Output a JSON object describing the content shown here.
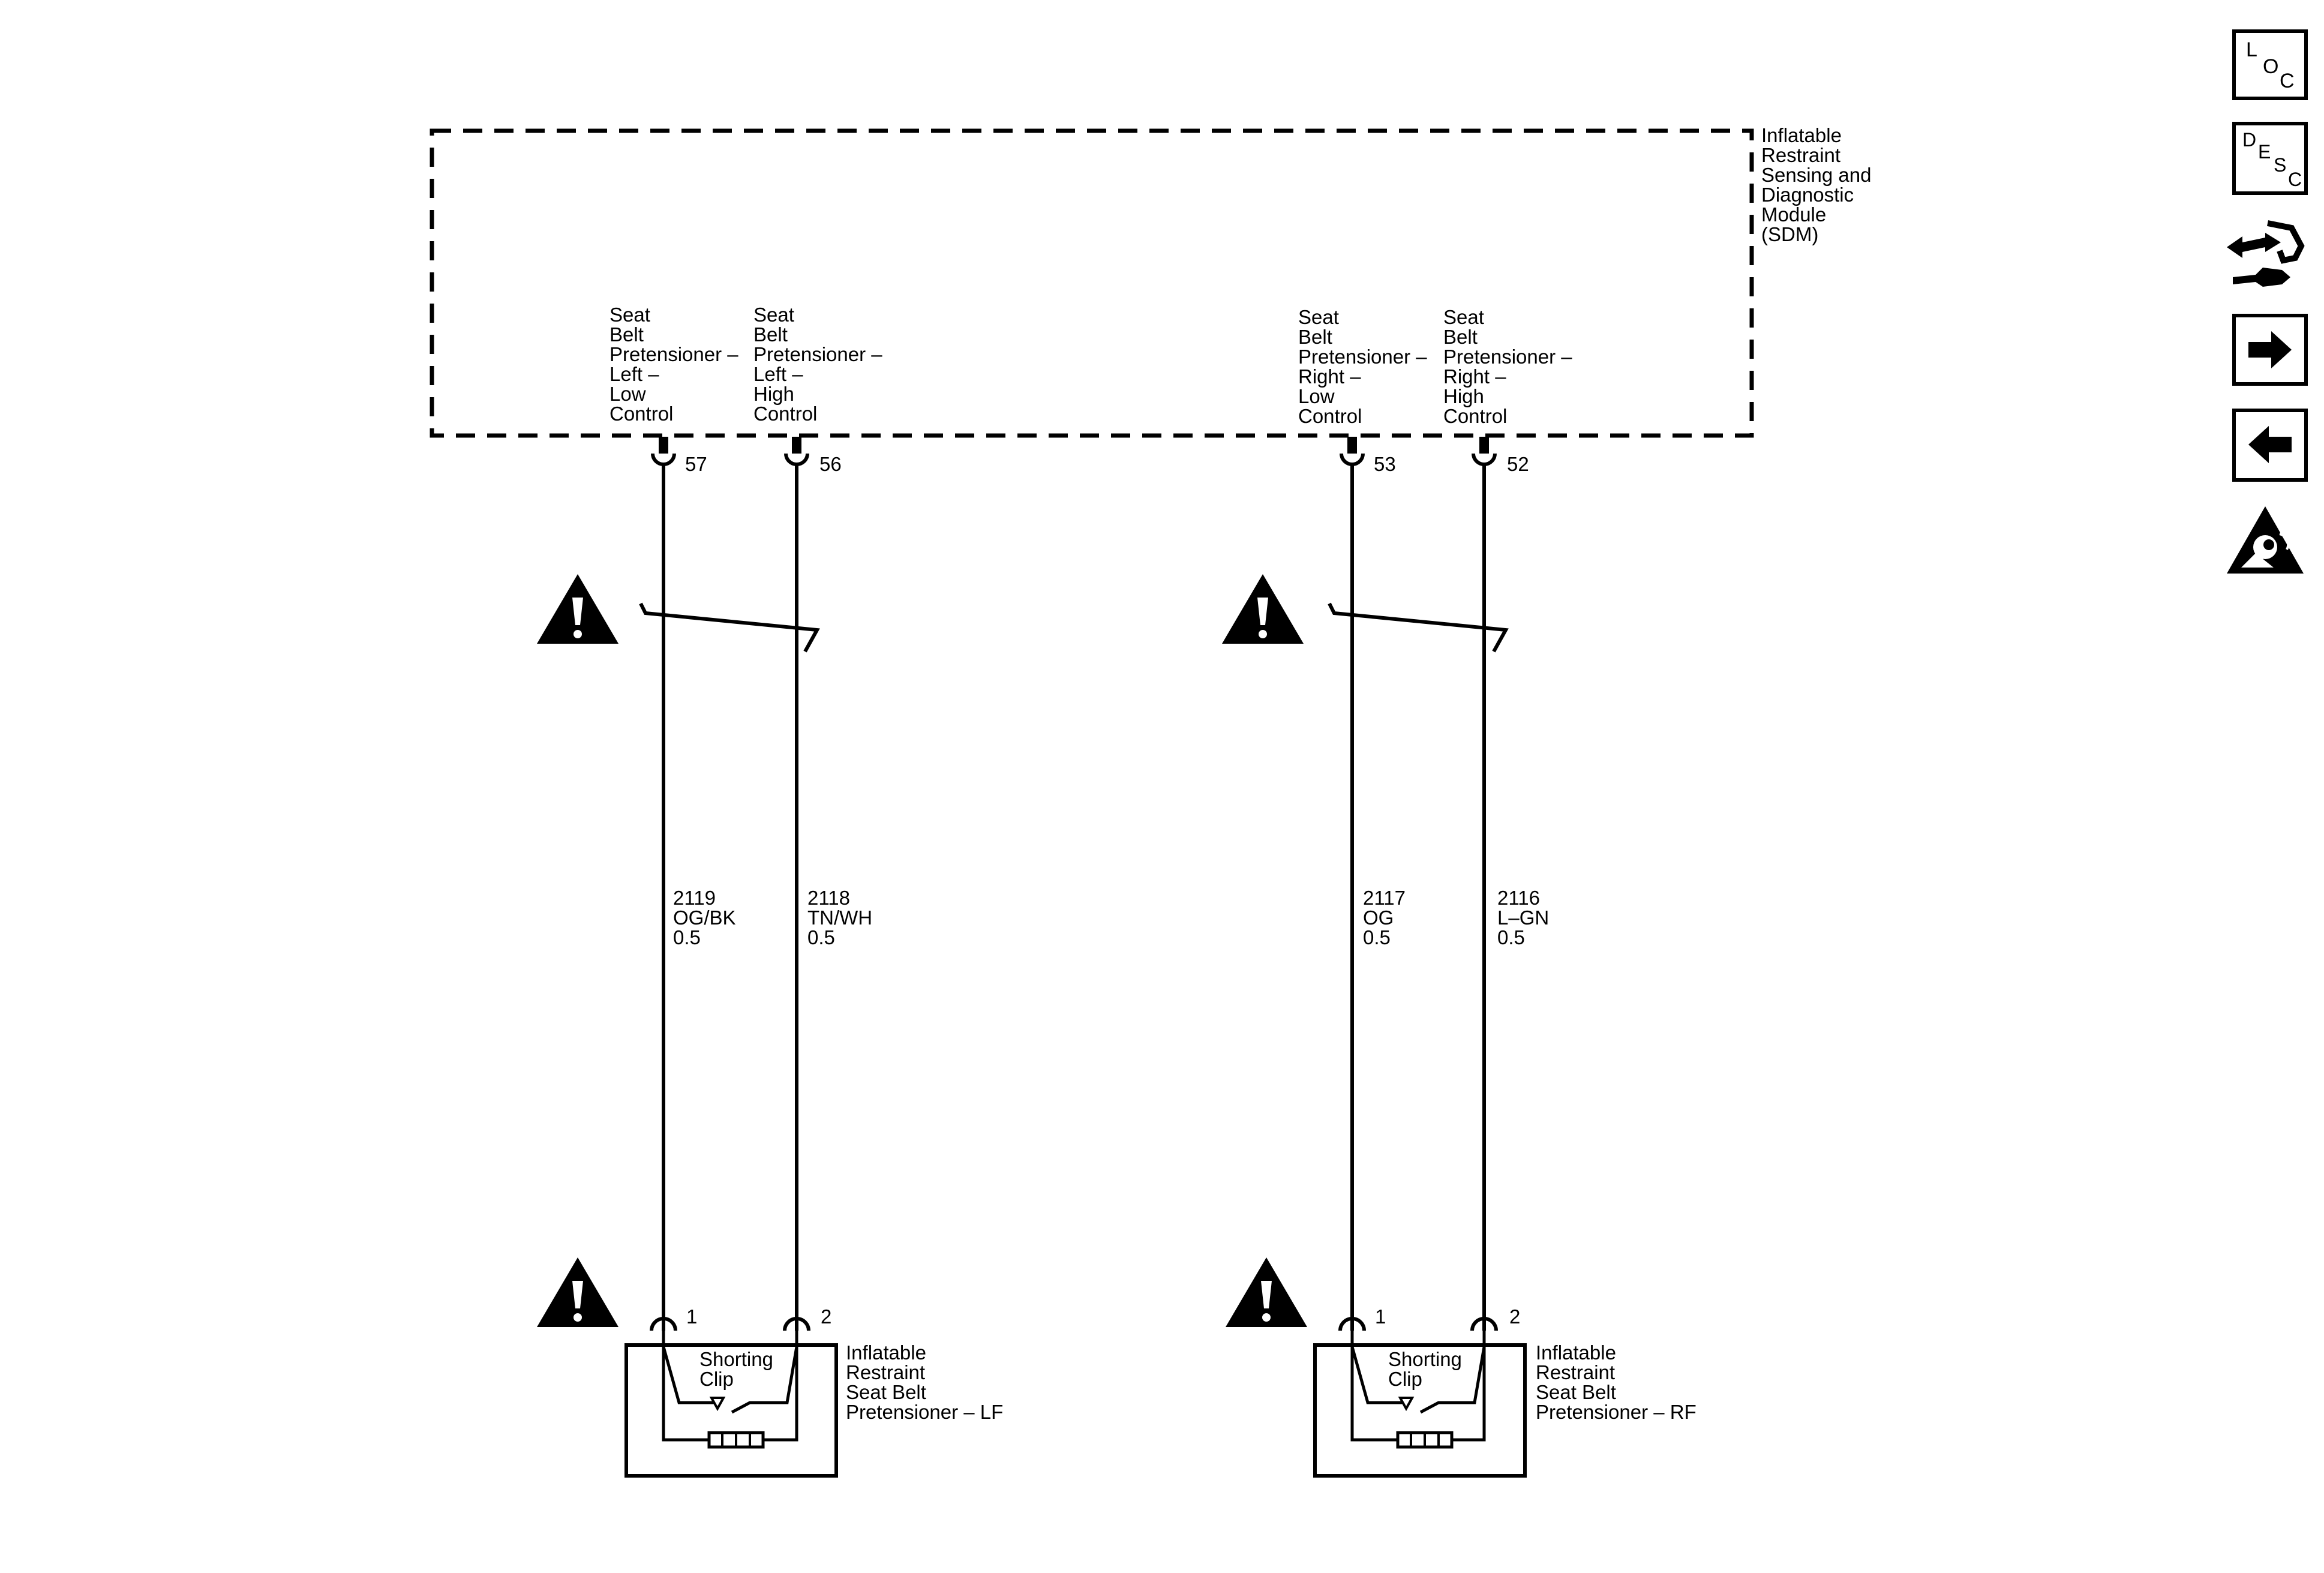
{
  "module": {
    "name_lines": [
      "Inflatable",
      "Restraint",
      "Sensing and",
      "Diagnostic",
      "Module",
      "(SDM)"
    ]
  },
  "terminals": [
    {
      "pin": "57",
      "label_lines": [
        "Seat",
        "Belt",
        "Pretensioner –",
        "Left –",
        "Low",
        "Control"
      ]
    },
    {
      "pin": "56",
      "label_lines": [
        "Seat",
        "Belt",
        "Pretensioner –",
        "Left –",
        "High",
        "Control"
      ]
    },
    {
      "pin": "53",
      "label_lines": [
        "Seat",
        "Belt",
        "Pretensioner –",
        "Right –",
        "Low",
        "Control"
      ]
    },
    {
      "pin": "52",
      "label_lines": [
        "Seat",
        "Belt",
        "Pretensioner –",
        "Right –",
        "High",
        "Control"
      ]
    }
  ],
  "wires": [
    {
      "circuit": "2119",
      "color": "OG/BK",
      "size": "0.5"
    },
    {
      "circuit": "2118",
      "color": "TN/WH",
      "size": "0.5"
    },
    {
      "circuit": "2117",
      "color": "OG",
      "size": "0.5"
    },
    {
      "circuit": "2116",
      "color": "L–GN",
      "size": "0.5"
    }
  ],
  "components": [
    {
      "name_lines": [
        "Inflatable",
        "Restraint",
        "Seat Belt",
        "Pretensioner – LF"
      ],
      "pins": [
        "1",
        "2"
      ],
      "clip_lines": [
        "Shorting",
        "Clip"
      ]
    },
    {
      "name_lines": [
        "Inflatable",
        "Restraint",
        "Seat Belt",
        "Pretensioner – RF"
      ],
      "pins": [
        "1",
        "2"
      ],
      "clip_lines": [
        "Shorting",
        "Clip"
      ]
    }
  ],
  "sidebar": {
    "loc": {
      "letters": [
        "L",
        "O",
        "C"
      ]
    },
    "desc": {
      "letters": [
        "D",
        "E",
        "S",
        "C"
      ]
    },
    "icons": [
      "connector-wrench-icon",
      "next-arrow-icon",
      "previous-arrow-icon",
      "airbag-warning-icon"
    ]
  }
}
